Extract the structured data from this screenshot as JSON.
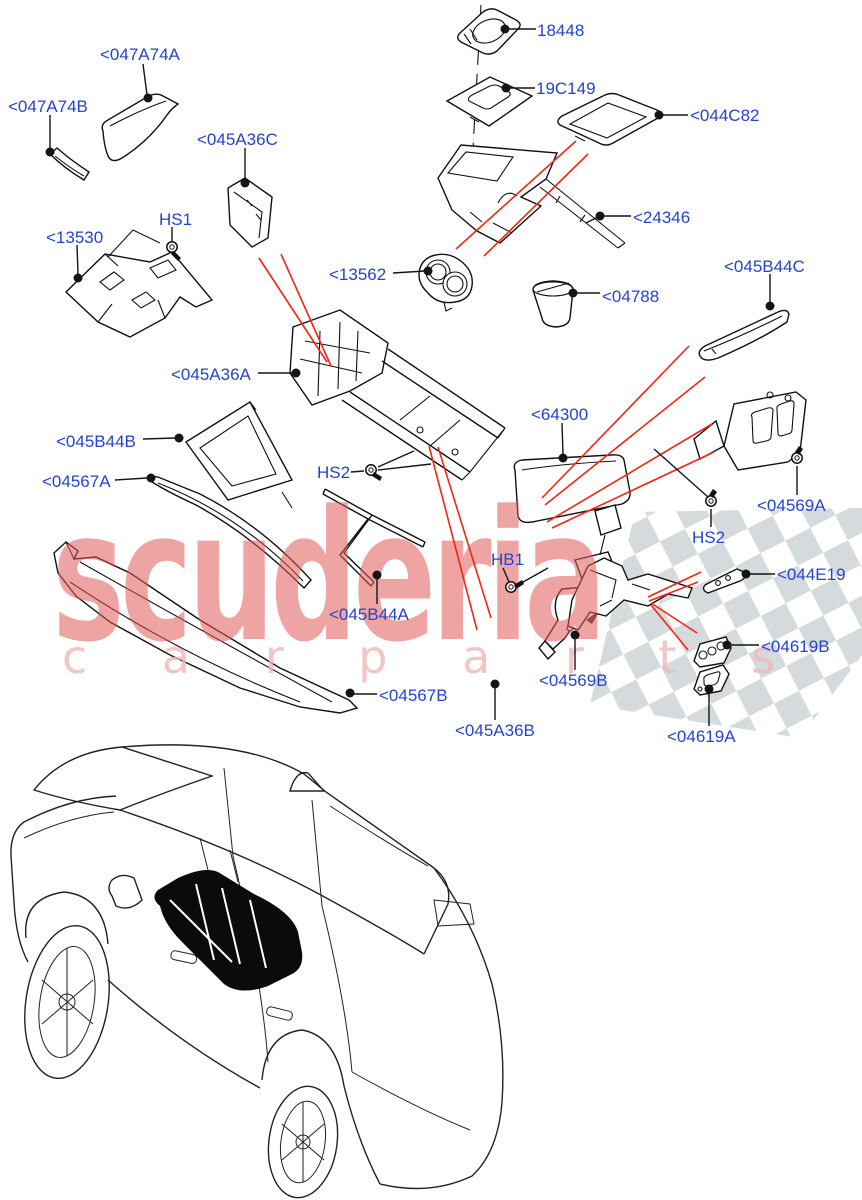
{
  "watermark": {
    "brand": "scuderia",
    "sub": "c a r  p a r t s"
  },
  "colors": {
    "label_blue": "#2543cf",
    "line_red": "#f42613",
    "checker_gray": "#d5dadd",
    "watermark_red": "#e25b5b",
    "watermark_pale": "#f0b9b9",
    "art_black": "#111111"
  },
  "labels": [
    {
      "id": "18448",
      "text": "18448"
    },
    {
      "id": "19C149",
      "text": "19C149"
    },
    {
      "id": "044C82",
      "text": "<044C82"
    },
    {
      "id": "24346",
      "text": "<24346"
    },
    {
      "id": "047A74A",
      "text": "<047A74A"
    },
    {
      "id": "047A74B",
      "text": "<047A74B"
    },
    {
      "id": "045A36C",
      "text": "<045A36C"
    },
    {
      "id": "HS1",
      "text": "HS1"
    },
    {
      "id": "13530",
      "text": "<13530"
    },
    {
      "id": "13562",
      "text": "<13562"
    },
    {
      "id": "04788",
      "text": "<04788"
    },
    {
      "id": "045B44C",
      "text": "<045B44C"
    },
    {
      "id": "045A36A",
      "text": "<045A36A"
    },
    {
      "id": "045B44B",
      "text": "<045B44B"
    },
    {
      "id": "04567A",
      "text": "<04567A"
    },
    {
      "id": "HS2-a",
      "text": "HS2"
    },
    {
      "id": "64300",
      "text": "<64300"
    },
    {
      "id": "04569A",
      "text": "<04569A"
    },
    {
      "id": "HS2-b",
      "text": "HS2"
    },
    {
      "id": "HB1",
      "text": "HB1"
    },
    {
      "id": "044E19",
      "text": "<044E19"
    },
    {
      "id": "045B44A",
      "text": "<045B44A"
    },
    {
      "id": "04619B",
      "text": "<04619B"
    },
    {
      "id": "04569B",
      "text": "<04569B"
    },
    {
      "id": "04567B",
      "text": "<04567B"
    },
    {
      "id": "045A36B",
      "text": "<045A36B"
    },
    {
      "id": "04619A",
      "text": "<04619A"
    }
  ]
}
